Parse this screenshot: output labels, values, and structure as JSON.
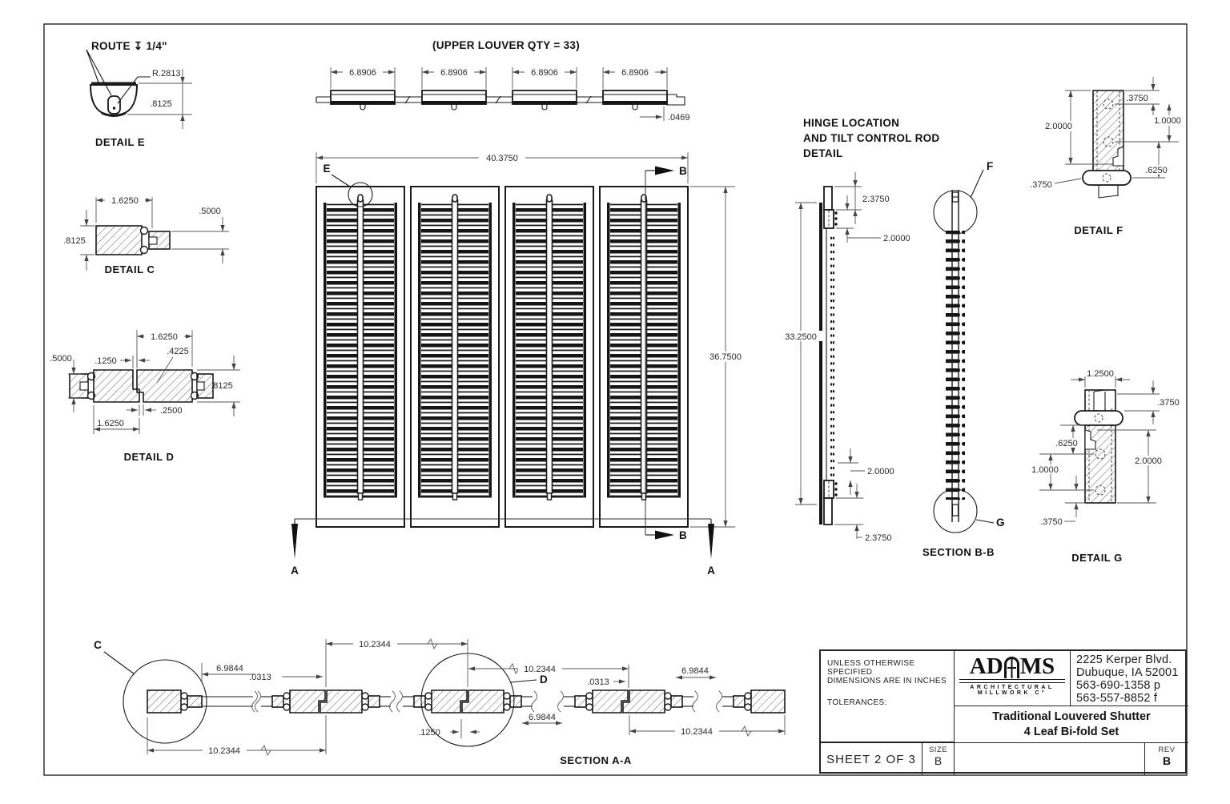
{
  "upper_louver": {
    "note": "(UPPER LOUVER QTY = 33)",
    "seg_dims": [
      "6.8906",
      "6.8906",
      "6.8906",
      "6.8906"
    ],
    "end_dim": ".0469"
  },
  "detail_e": {
    "route_note": "ROUTE ↧ 1/4\"",
    "radius": "R.2813",
    "height": ".8125",
    "caption": "DETAIL E"
  },
  "detail_c": {
    "width": "1.6250",
    "tongue_height": ".5000",
    "height": ".8125",
    "caption": "DETAIL C"
  },
  "detail_d": {
    "tongue_height": ".5000",
    "gap": ".1250",
    "top_width": "1.6250",
    "step": ".4225",
    "height": ".8125",
    "lap": ".2500",
    "bottom_width": "1.6250",
    "caption": "DETAIL D"
  },
  "elevation": {
    "width_dim": "40.3750",
    "height_dim": "36.7500",
    "label_e": "E",
    "label_b": "B",
    "label_a": "A"
  },
  "hinge_view": {
    "title_line1": "HINGE LOCATION",
    "title_line2": "AND TILT CONTROL ROD",
    "title_line3": "DETAIL",
    "top_offset": "2.3750",
    "hinge_top": "2.0000",
    "overall": "33.2500",
    "hinge_bottom": "2.0000",
    "bottom_offset": "2.3750"
  },
  "section_bb": {
    "caption": "SECTION B-B",
    "label_f": "F",
    "label_g": "G"
  },
  "detail_f": {
    "height": "2.0000",
    "top_offset": ".3750",
    "hole_spacing": "1.0000",
    "lower_offset": ".6250",
    "rod_offset": ".3750",
    "caption": "DETAIL F"
  },
  "detail_g": {
    "width": "1.2500",
    "top_offset": ".3750",
    "upper_offset": ".6250",
    "hole_spacing": "1.0000",
    "height": "2.0000",
    "bottom_offset": ".3750",
    "caption": "DETAIL G"
  },
  "section_aa": {
    "caption": "SECTION A-A",
    "label_c": "C",
    "label_d": "D",
    "louver_dim1": "6.9844",
    "louver_dim2": "6.9844",
    "louver_dim3": "6.9844",
    "leaf_width_top1": "10.2344",
    "leaf_width_top2": "10.2344",
    "leaf_width_bottom1": "10.2344",
    "leaf_width_bottom2": "10.2344",
    "gap1": ".0313",
    "gap2": ".0313",
    "lap": ".1250"
  },
  "title_block": {
    "spec_line1": "UNLESS OTHERWISE SPECIFIED",
    "spec_line2": "DIMENSIONS ARE IN INCHES",
    "tolerances_label": "TOLERANCES:",
    "logo": {
      "left": "AD",
      "right": "MS",
      "sub1": "ARCHITECTURAL",
      "sub2": "MILLWORK Cº"
    },
    "address_line1": "2225 Kerper Blvd.",
    "address_line2": "Dubuque, IA 52001",
    "address_line3": "563-690-1358 p",
    "address_line4": "563-557-8852 f",
    "drawing_title_line1": "Traditional Louvered Shutter",
    "drawing_title_line2": "4 Leaf Bi-fold Set",
    "sheet": "SHEET 2 OF 3",
    "size_label": "SIZE",
    "size": "B",
    "rev_label": "REV",
    "rev": "B"
  }
}
